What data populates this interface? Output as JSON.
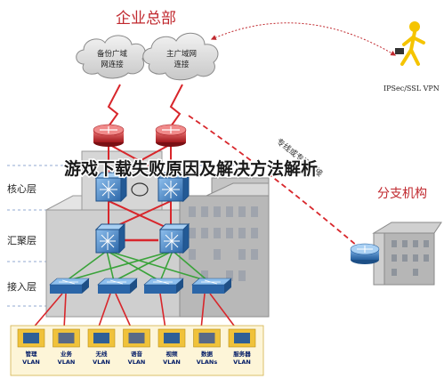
{
  "overlay_title": "游戏下载失败原因及解决方法解析",
  "headquarters": {
    "title": "企业总部"
  },
  "branch": {
    "title": "分支机构"
  },
  "clouds": {
    "backup": {
      "line1": "备份广域",
      "line2": "网连接"
    },
    "main": {
      "line1": "主广域网",
      "line2": "连接"
    }
  },
  "vpn_label": "IPSec/SSL VPN",
  "dedicated_line_label": "专线或专网连接",
  "layers": {
    "core": "核心层",
    "aggregation": "汇聚层",
    "access": "接入层"
  },
  "vlans": [
    {
      "line1": "管理",
      "line2": "VLAN"
    },
    {
      "line1": "业务",
      "line2": "VLAN"
    },
    {
      "line1": "无线",
      "line2": "VLAN"
    },
    {
      "line1": "语音",
      "line2": "VLAN"
    },
    {
      "line1": "视频",
      "line2": "VLAN"
    },
    {
      "line1": "数据",
      "line2": "VLANs"
    },
    {
      "line1": "服务器",
      "line2": "VLAN"
    }
  ],
  "colors": {
    "accent_red": "#c0282e",
    "link_red": "#d8262b",
    "link_green": "#3aa33a",
    "switch_blue": "#3b78c4",
    "vlan_box": "#f0c23a"
  }
}
